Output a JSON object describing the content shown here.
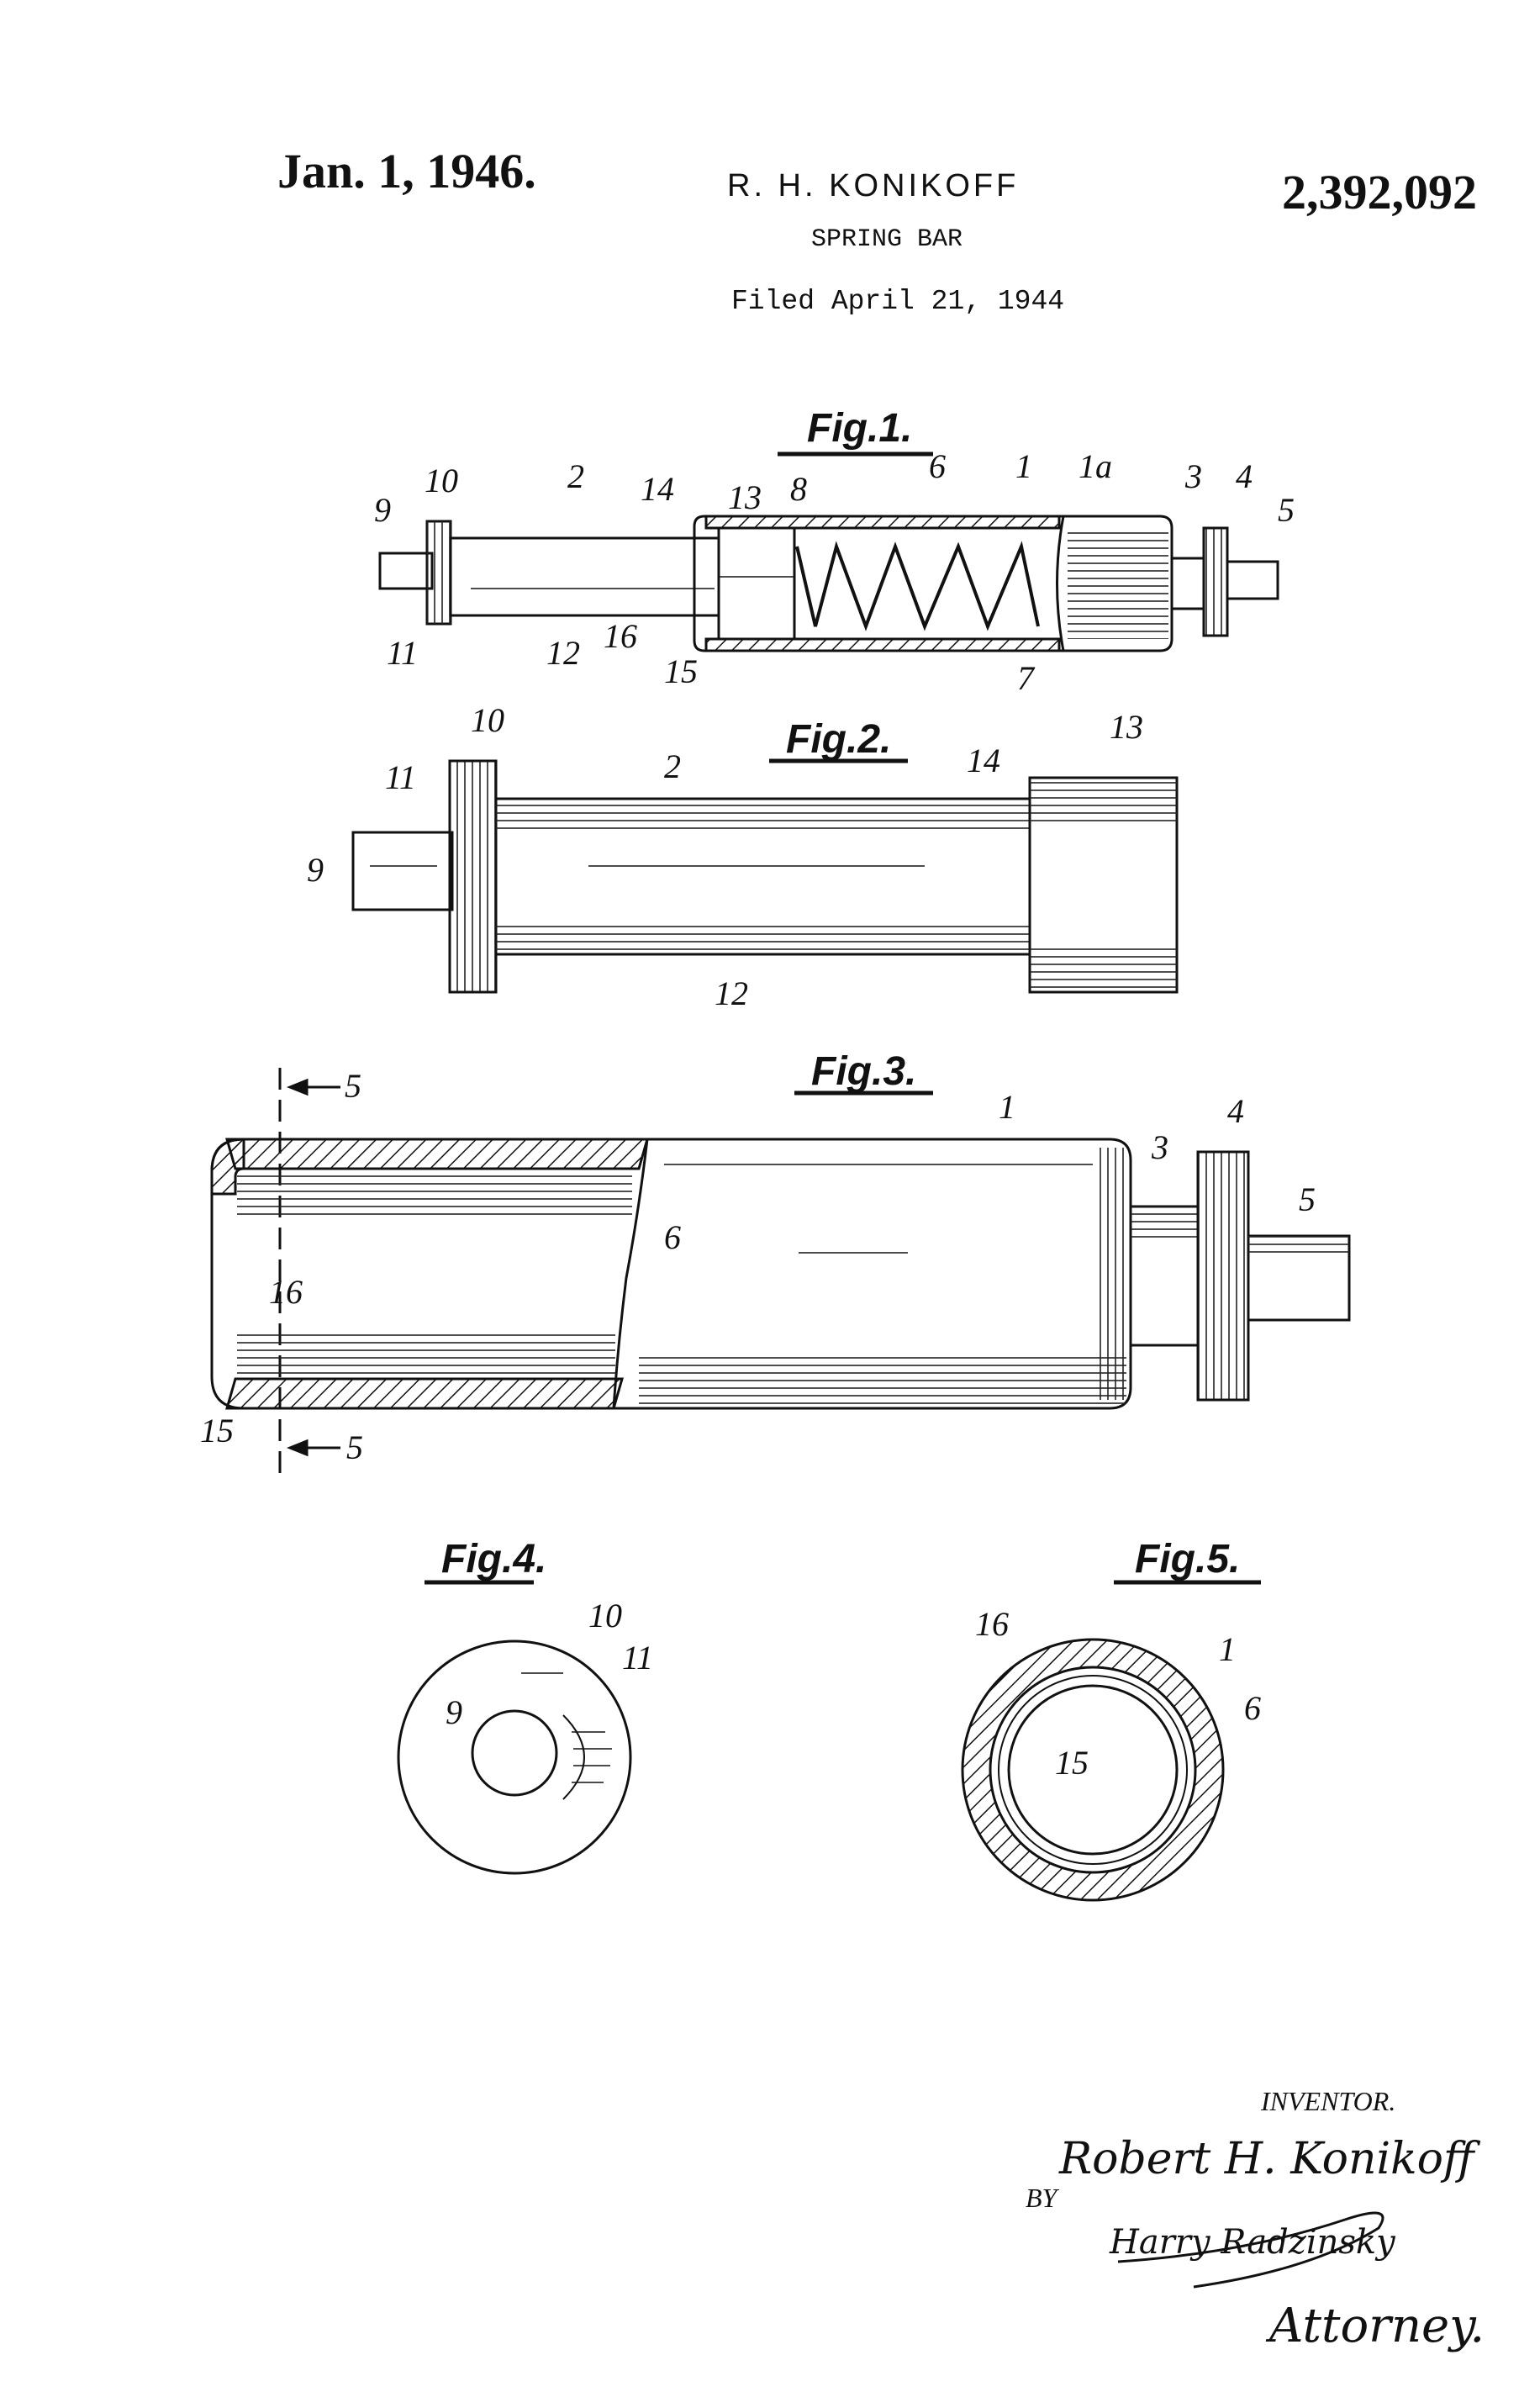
{
  "header": {
    "date": "Jan. 1, 1946.",
    "inventor_name": "R. H. KONIKOFF",
    "patent_number": "2,392,092",
    "title": "SPRING BAR",
    "filed": "Filed April 21, 1944"
  },
  "figures": {
    "fig1": {
      "title": "Fig.1.",
      "refs": [
        "9",
        "10",
        "2",
        "14",
        "13",
        "8",
        "6",
        "1",
        "1a",
        "3",
        "4",
        "5",
        "11",
        "12",
        "16",
        "15",
        "7"
      ]
    },
    "fig2": {
      "title": "Fig.2.",
      "refs": [
        "10",
        "11",
        "2",
        "14",
        "13",
        "9",
        "12"
      ]
    },
    "fig3": {
      "title": "Fig.3.",
      "refs": [
        "5",
        "1",
        "4",
        "3",
        "5",
        "6",
        "16",
        "15",
        "5"
      ]
    },
    "fig4": {
      "title": "Fig.4.",
      "refs": [
        "10",
        "11",
        "9"
      ]
    },
    "fig5": {
      "title": "Fig.5.",
      "refs": [
        "16",
        "1",
        "6",
        "15"
      ]
    }
  },
  "signature": {
    "inventor_label": "INVENTOR.",
    "inventor_signature": "Robert H. Konikoff",
    "by_label": "BY",
    "attorney_signature": "Harry Radzinsky",
    "attorney_label": "Attorney."
  }
}
